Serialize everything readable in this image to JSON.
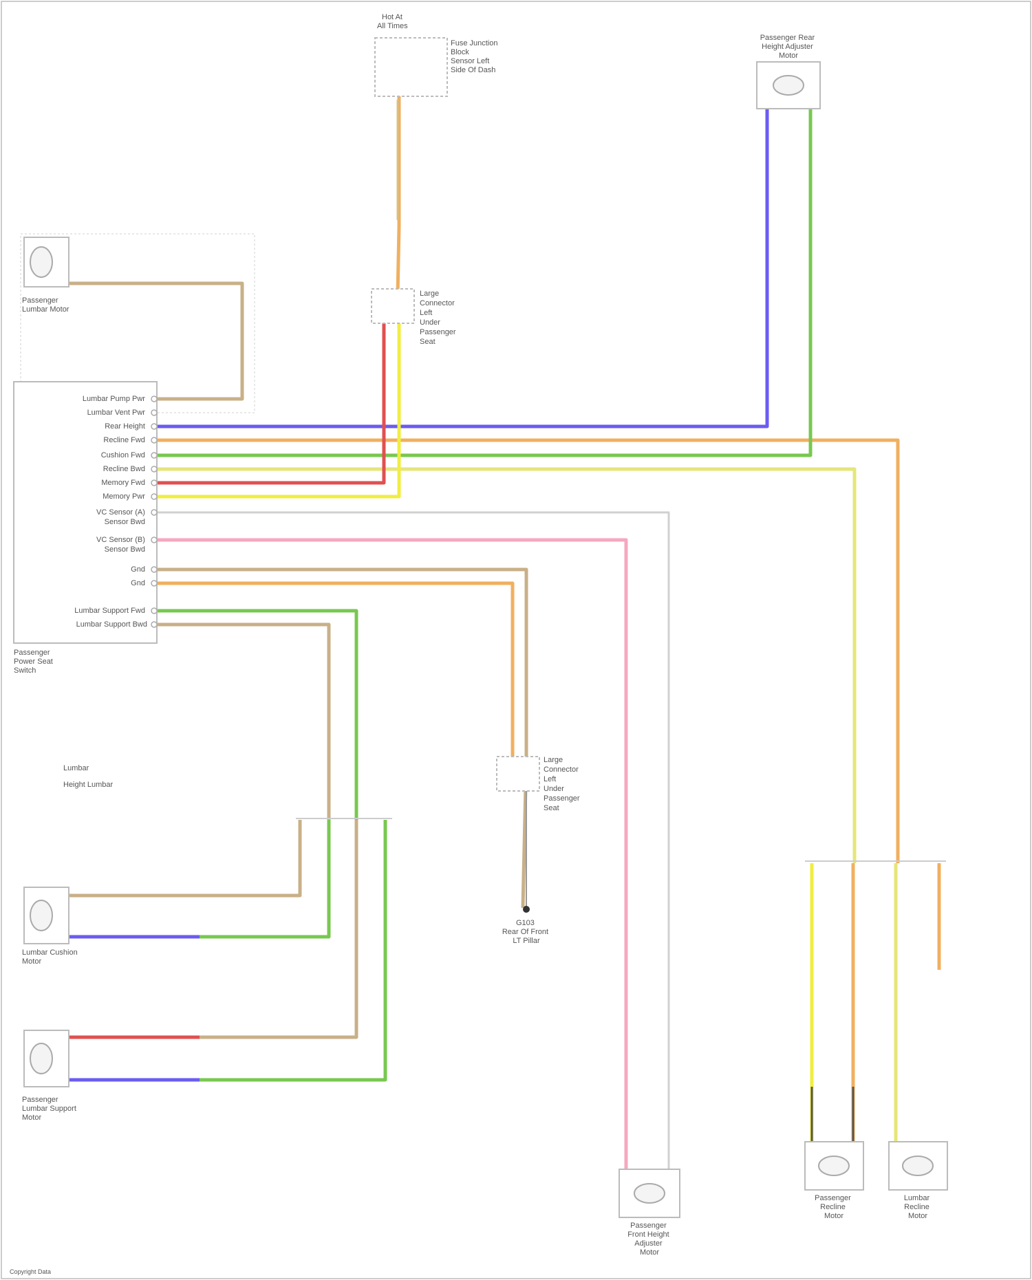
{
  "diagram": {
    "fuse_block": {
      "lines": [
        "Hot At",
        "All Times"
      ],
      "legend": [
        "Fuse Junction",
        "Block",
        "",
        "Sensor Left",
        "Side Of Dash"
      ]
    },
    "pass_rear_motor": {
      "lines": [
        "Passenger Rear",
        "Height Adjuster",
        "Motor"
      ]
    },
    "pass_lumbar_pump": {
      "lines": [
        "Passenger",
        "Lumbar Motor"
      ]
    },
    "connector_upper": {
      "lines": [
        "Large",
        "Connector",
        "Left",
        "Under",
        "Passenger",
        "Seat"
      ]
    },
    "switch_module": {
      "name": [
        "Passenger",
        "Power Seat",
        "Switch"
      ],
      "pins": [
        "Lumbar Pump Pwr",
        "Lumbar Vent Pwr",
        "Rear Height",
        "Recline Fwd",
        "Cushion Fwd",
        "Recline Bwd",
        "Memory Fwd",
        "Memory Pwr",
        "VC Sensor (A)",
        "Sensor Bwd",
        "VC Sensor (B)",
        "Sensor Bwd",
        "Gnd",
        "Gnd",
        "Lumbar Support Fwd",
        "Lumbar Support Bwd"
      ]
    },
    "legend_notes": [
      "Lumbar",
      "Height Lumbar"
    ],
    "connector_lower": {
      "lines": [
        "Large",
        "Connector",
        "Left",
        "Under",
        "Passenger",
        "Seat"
      ]
    },
    "ground": {
      "lines": [
        "G103",
        "Rear Of Front",
        "LT Pillar"
      ]
    },
    "lumbar_cushion_motor": {
      "lines": [
        "Lumbar Cushion",
        "Motor"
      ]
    },
    "lumbar_support_motor": {
      "lines": [
        "Passenger",
        "Lumbar Support",
        "Motor"
      ]
    },
    "front_height_motor": {
      "lines": [
        "Passenger",
        "Front Height",
        "Adjuster",
        "Motor"
      ]
    },
    "recline_motor": {
      "lines": [
        "Passenger",
        "Recline",
        "Motor"
      ]
    },
    "lumbar_recline_motor": {
      "lines": [
        "Lumbar",
        "Recline",
        "Motor"
      ]
    },
    "footer": "Copyright Data"
  }
}
